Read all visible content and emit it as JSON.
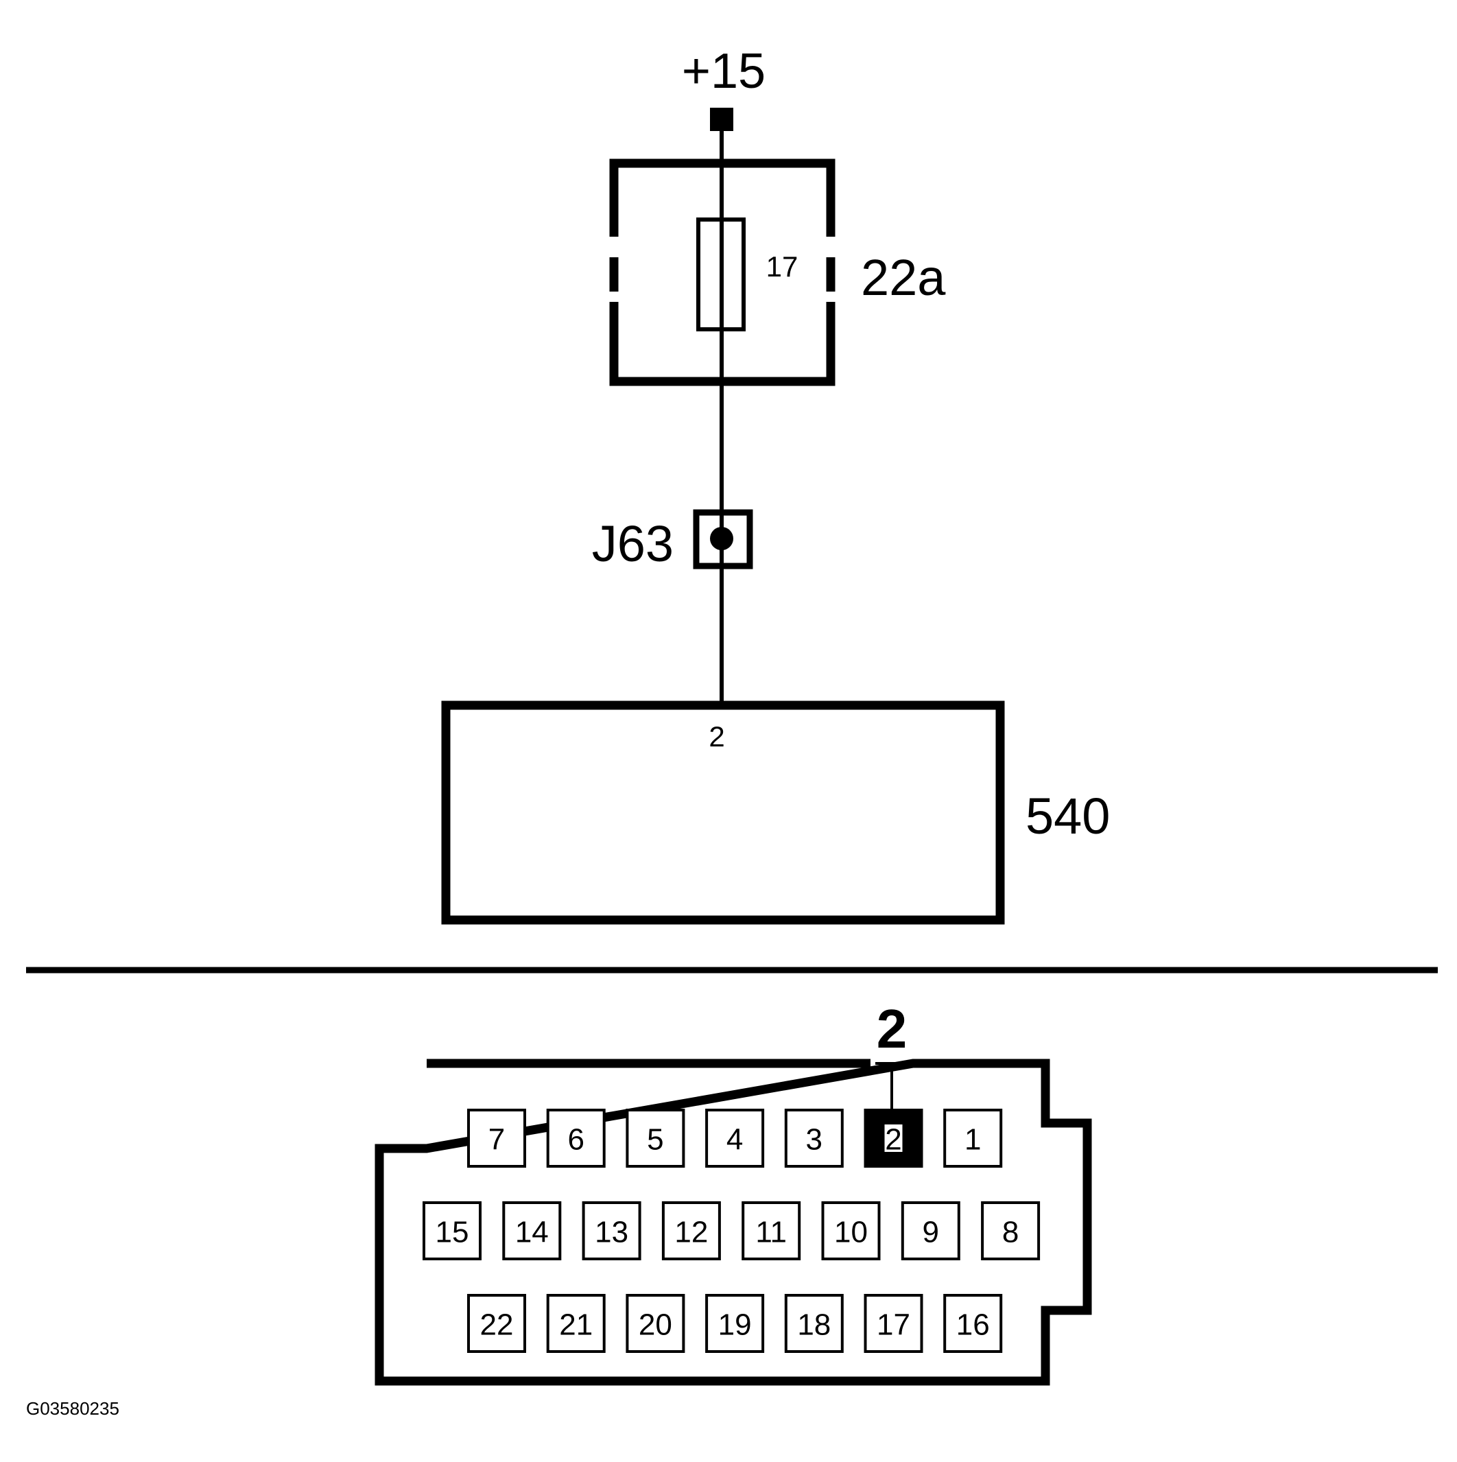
{
  "supply": {
    "label": "+15"
  },
  "fuse_box": {
    "label": "22a",
    "fuse_number": "17"
  },
  "splice": {
    "label": "J63"
  },
  "component": {
    "label": "540",
    "pin": "2"
  },
  "connector": {
    "pin_callout": "2",
    "highlighted_pin": "2",
    "rows": [
      [
        "7",
        "6",
        "5",
        "4",
        "3",
        "2",
        "1"
      ],
      [
        "15",
        "14",
        "13",
        "12",
        "11",
        "10",
        "9",
        "8"
      ],
      [
        "22",
        "21",
        "20",
        "19",
        "18",
        "17",
        "16"
      ]
    ]
  },
  "figure_id": "G03580235"
}
